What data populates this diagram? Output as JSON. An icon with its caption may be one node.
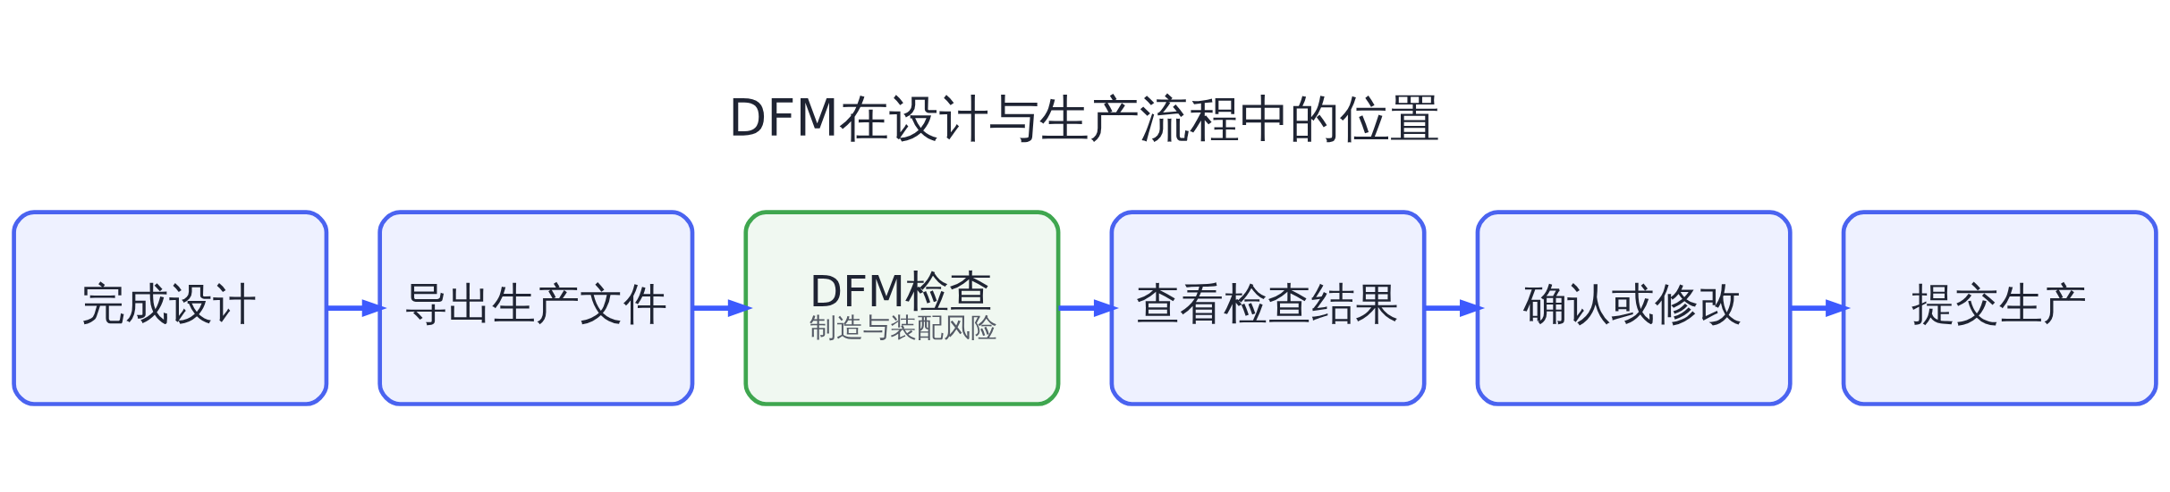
{
  "diagram": {
    "title": "DFM在设计与生产流程中的位置",
    "nodes": [
      {
        "text": [
          "完成设计"
        ]
      },
      {
        "text": [
          "导出生产文件"
        ]
      },
      {
        "text": [
          "DFM检查",
          "制造与装配风险"
        ]
      },
      {
        "text": [
          "查看检查结果"
        ]
      },
      {
        "text": [
          "确认或修改"
        ]
      },
      {
        "text": [
          "提交生产"
        ]
      }
    ],
    "edges": [
      {
        "from": 0,
        "to": 1,
        "arrow": "to"
      },
      {
        "from": 1,
        "to": 2,
        "arrow": "to"
      },
      {
        "from": 2,
        "to": 3,
        "arrow": "to"
      },
      {
        "from": 3,
        "to": 4,
        "arrow": "to"
      },
      {
        "from": 4,
        "to": 5,
        "arrow": "to"
      }
    ]
  }
}
